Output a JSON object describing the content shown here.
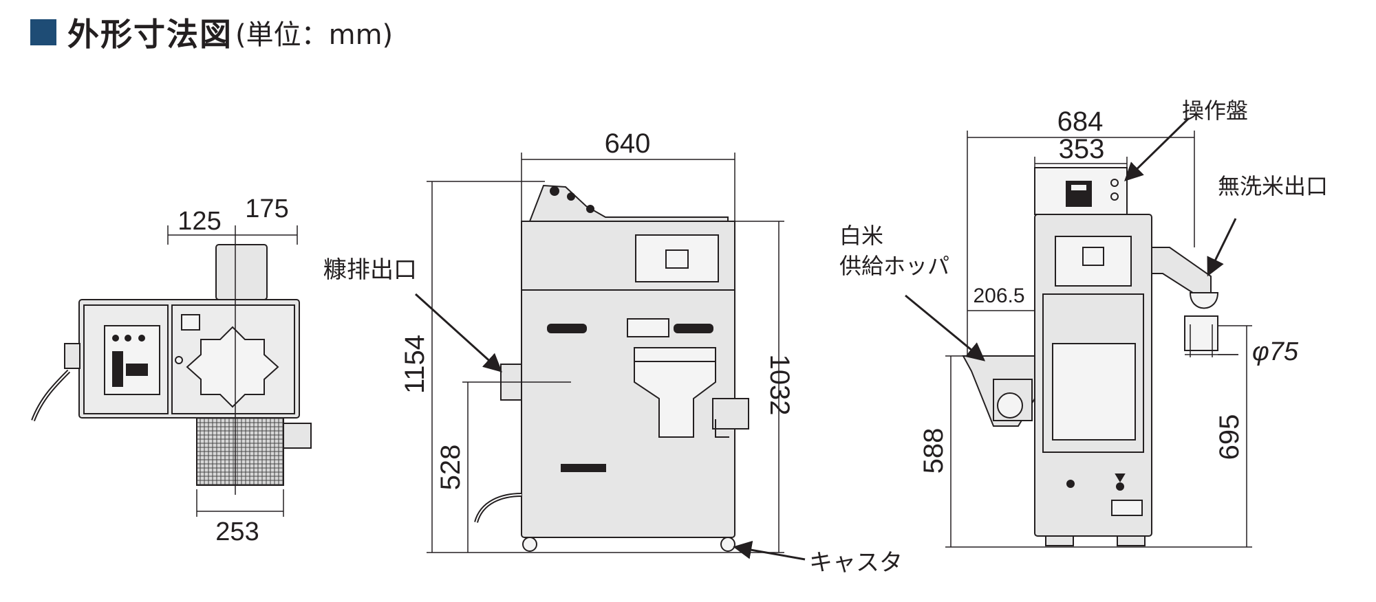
{
  "header": {
    "title": "外形寸法図",
    "unit": "(単位：mm)"
  },
  "top_view": {
    "dims": {
      "d125": "125",
      "d175": "175",
      "d253": "253"
    }
  },
  "front_view": {
    "dims": {
      "d640": "640",
      "d1154": "1154",
      "d528": "528",
      "d1032": "1032"
    },
    "labels": {
      "bran_outlet": "糠排出口",
      "caster": "キャスタ"
    }
  },
  "side_view": {
    "dims": {
      "d684": "684",
      "d353": "353",
      "d2065": "206.5",
      "d588": "588",
      "d695": "695",
      "dphi75": "φ75"
    },
    "labels": {
      "control_panel": "操作盤",
      "musenmai_outlet": "無洗米出口",
      "hopper_line1": "白米",
      "hopper_line2": "供給ホッパ"
    }
  },
  "colors": {
    "accent": "#1e4c75",
    "body_fill": "#e6e6e6",
    "outline": "#231f20"
  }
}
